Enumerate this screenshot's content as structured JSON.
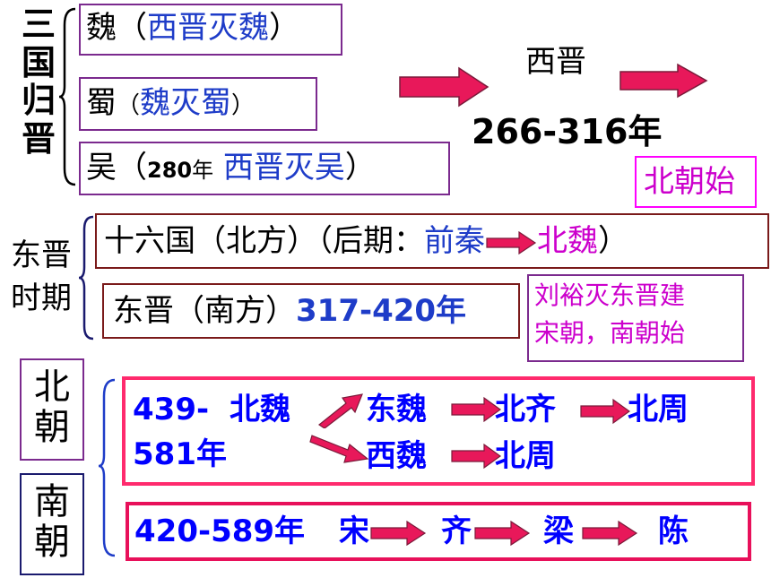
{
  "colors": {
    "purple": "#7b2a8e",
    "maroon": "#7a1a1a",
    "magenta": "#ff00ff",
    "pink": "#ff2a6d",
    "crimson": "#e8105a",
    "navy": "#1a1a6e",
    "blue": "#1e3cc8",
    "arrow": "#e8185a"
  },
  "sanguo": {
    "label": "三国归晋",
    "wei": {
      "name": "魏",
      "open": "（",
      "text": "西晋灭魏",
      "close": "）"
    },
    "shu": {
      "name": "蜀",
      "open": "（",
      "text": "魏灭蜀",
      "close": "）"
    },
    "wu": {
      "name": "吴",
      "open": "（",
      "year": "280",
      "nian": "年",
      "text": "西晋灭吴",
      "close": "）"
    },
    "xijin_title": "西晋",
    "xijin_years": "266-316年",
    "beichao_start": "北朝始"
  },
  "dongjin": {
    "label_top": "东晋",
    "label_bottom": "时期",
    "sixteen": {
      "prefix": "十六国（北方）（后期：",
      "from": "前秦",
      "to": "北魏",
      "close": "）"
    },
    "south": {
      "prefix": "东晋（南方）",
      "years": "317-420年"
    },
    "note": {
      "line1": "刘裕灭东晋建",
      "line2": "宋朝，南朝始"
    }
  },
  "beichao": {
    "label": "北朝",
    "years_a": "439-",
    "years_b": "581年",
    "start": "北魏",
    "upper": [
      "东魏",
      "北齐",
      "北周"
    ],
    "lower": [
      "西魏",
      "北周"
    ]
  },
  "nanchao": {
    "label": "南朝",
    "years": "420-589年",
    "dynasties": [
      "宋",
      "齐",
      "梁",
      "陈"
    ]
  }
}
